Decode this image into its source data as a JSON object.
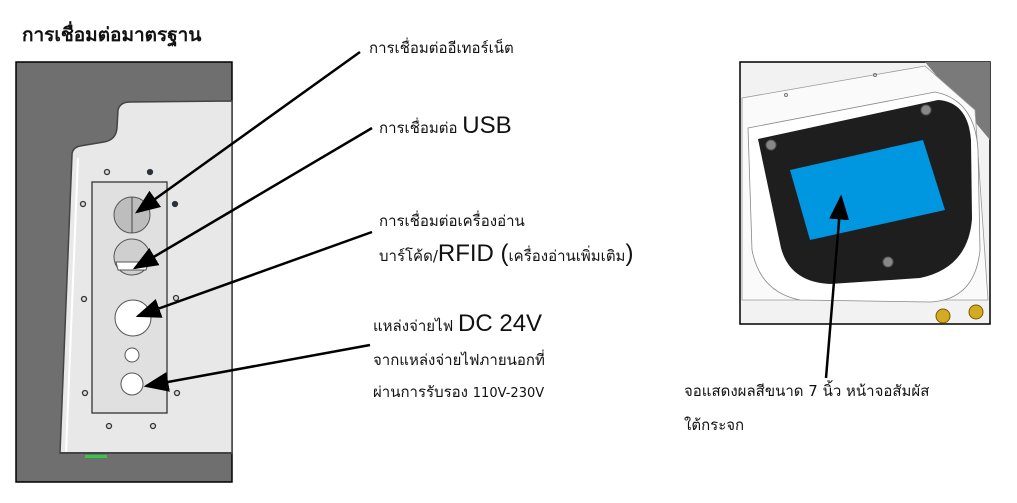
{
  "title": "การเชื่อมต่อมาตรฐาน",
  "labels": {
    "ethernet": "การเชื่อมต่ออีเทอร์เน็ต",
    "usb_prefix": "การเชื่อมต่อ",
    "usb": "USB",
    "reader_line1": "การเชื่อมต่อเครื่องอ่าน",
    "reader_prefix": "บาร์โค้ด/",
    "reader_rfid": "RFID (",
    "reader_optional": "เครื่องอ่านเพิ่มเติม",
    "reader_close": ")",
    "power_prefix": "แหล่งจ่ายไฟ",
    "power_dc": "DC 24V",
    "power_line2": "จากแหล่งจ่ายไฟภายนอกที่",
    "power_line3_prefix": "ผ่านการรับรอง",
    "power_line3_range": "110V-230V",
    "display_line1": "จอแสดงผลสีขนาด 7 นิ้ว หน้าจอสัมผัส",
    "display_line2": "ใต้กระจก"
  },
  "colors": {
    "screen_blue": "#0096e0",
    "bezel": "#1e1e1e",
    "background_gray": "#6e6e6e",
    "panel": "#e6e6e6"
  }
}
